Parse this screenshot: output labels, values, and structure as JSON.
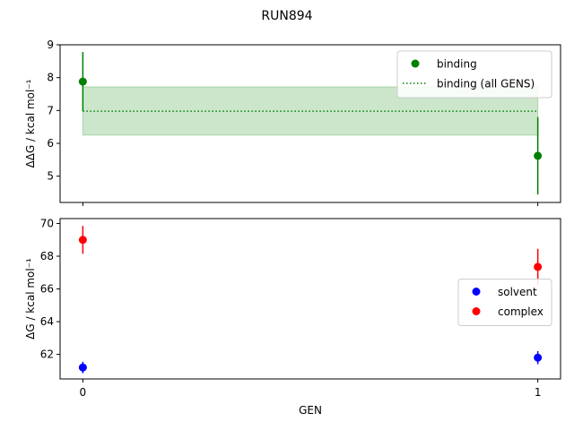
{
  "figure": {
    "suptitle": "RUN894"
  },
  "chart_data": [
    {
      "type": "scatter",
      "xlabel": "",
      "ylabel": "ΔΔG / kcal mol⁻¹",
      "xlim": [
        -0.05,
        1.05
      ],
      "ylim": [
        4.2,
        9.0
      ],
      "xticks": [
        0,
        1
      ],
      "xticklabels": [
        "",
        ""
      ],
      "yticks": [
        5,
        6,
        7,
        8,
        9
      ],
      "legend_loc": "upper right",
      "series": [
        {
          "name": "binding",
          "kind": "points_with_errorbars",
          "color": "#008000",
          "x": [
            0,
            1
          ],
          "y": [
            7.88,
            5.62
          ],
          "yerr": [
            0.9,
            1.18
          ]
        },
        {
          "name": "binding (all GENS)",
          "kind": "hline_with_band",
          "color": "#008000",
          "band_color": "#c6e5c6",
          "x": [
            0,
            1
          ],
          "y": 6.98,
          "band": [
            6.25,
            7.72
          ]
        }
      ]
    },
    {
      "type": "scatter",
      "xlabel": "GEN",
      "ylabel": "ΔG / kcal mol⁻¹",
      "xlim": [
        -0.05,
        1.05
      ],
      "ylim": [
        60.5,
        70.3
      ],
      "xticks": [
        0,
        1
      ],
      "xticklabels": [
        "0",
        "1"
      ],
      "yticks": [
        62,
        64,
        66,
        68,
        70
      ],
      "legend_loc": "center right",
      "series": [
        {
          "name": "solvent",
          "color": "#0000ff",
          "x": [
            0,
            1
          ],
          "y": [
            61.2,
            61.8
          ],
          "yerr": [
            0.35,
            0.4
          ]
        },
        {
          "name": "complex",
          "color": "#ff0000",
          "x": [
            0,
            1
          ],
          "y": [
            69.0,
            67.35
          ],
          "yerr": [
            0.85,
            1.1
          ]
        }
      ]
    }
  ]
}
